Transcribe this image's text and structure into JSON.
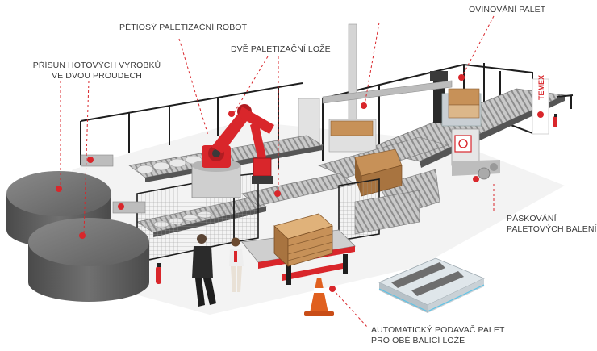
{
  "labels": {
    "robot": "PĚTIOSÝ PALETIZAČNÍ ROBOT",
    "feed_line1": "PŘÍSUN HOTOVÝCH VÝROBKŮ",
    "feed_line2": "VE DVOU PROUDECH",
    "beds": "DVĚ PALETIZAČNÍ LOŽE",
    "wrapping": "OVINOVÁNÍ PALET",
    "strapping_line1": "PÁSKOVÁNÍ",
    "strapping_line2": "PALETOVÝCH BALENÍ",
    "feeder_line1": "AUTOMATICKÝ PODAVAČ PALET",
    "feeder_line2": "PRO OBĚ BALICÍ LOŽE"
  },
  "branding": {
    "logo_text": "TEMEX"
  },
  "colors": {
    "leader_line": "#d9262b",
    "accent_red": "#d9262b",
    "frame_black": "#1e1e1e",
    "tank_gray": "#6b6b6b",
    "wood": "#c79158"
  },
  "icons": [
    "robot-arm-icon",
    "pallet-icon",
    "traffic-cone-icon",
    "fire-extinguisher-icon",
    "agv-icon",
    "person-icon"
  ]
}
